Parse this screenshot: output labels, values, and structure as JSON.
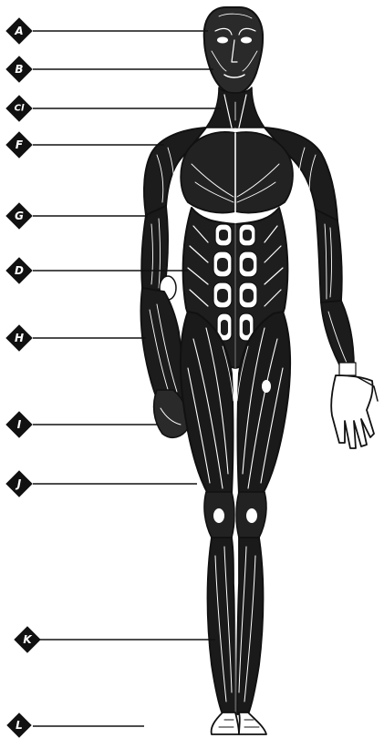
{
  "markers": [
    {
      "label": "A"
    },
    {
      "label": "B"
    },
    {
      "label": "Cl"
    },
    {
      "label": "F"
    },
    {
      "label": "G"
    },
    {
      "label": "D"
    },
    {
      "label": "H"
    },
    {
      "label": "I"
    },
    {
      "label": "J"
    },
    {
      "label": "K"
    },
    {
      "label": "L"
    }
  ],
  "colors": {
    "ink": "#111111",
    "paper": "#ffffff",
    "muscle_fill": "#1e1e1e",
    "highlight": "#ffffff"
  },
  "icons": {
    "marker": "diamond-marker-icon",
    "figure": "muscle-figure-illustration"
  }
}
